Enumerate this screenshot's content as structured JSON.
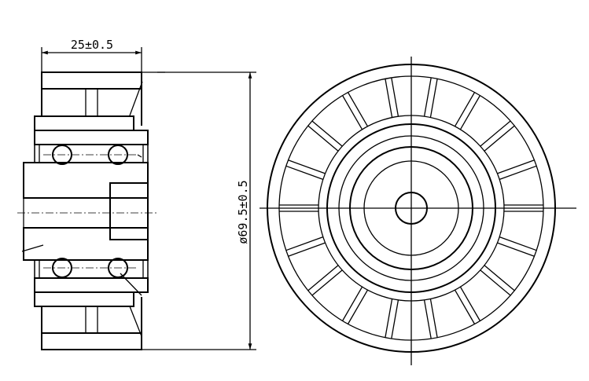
{
  "drawing": {
    "width_dimension": "25±0.5",
    "diameter_dimension": "ø69.5±0.5",
    "spoke_count": 18,
    "colors": {
      "line": "#000000",
      "background": "#ffffff"
    }
  }
}
